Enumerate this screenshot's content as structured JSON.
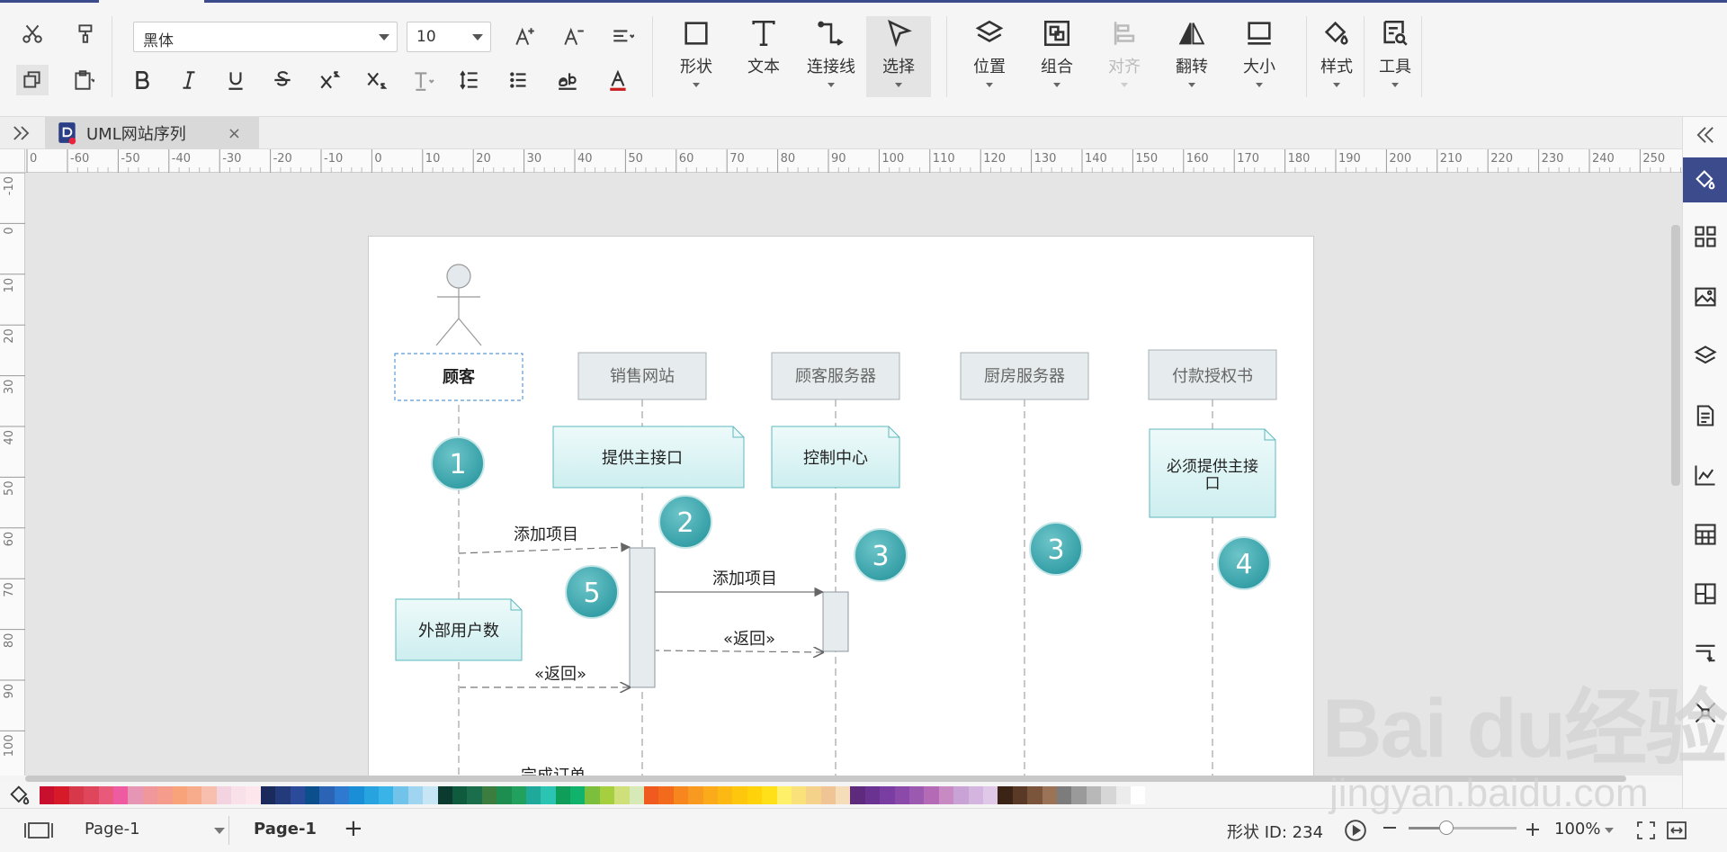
{
  "toolbar": {
    "font_family": "黑体",
    "font_size": "10",
    "buttons": {
      "shape": "形状",
      "text": "文本",
      "connector": "连接线",
      "select": "选择",
      "position": "位置",
      "group": "组合",
      "align": "对齐",
      "flip": "翻转",
      "size": "大小",
      "style": "样式",
      "tools": "工具"
    }
  },
  "tabs": [
    {
      "label": "UML网站序列",
      "close": "×"
    }
  ],
  "ruler": {
    "h_ticks": [
      "0",
      "-60",
      "-50",
      "-40",
      "-30",
      "-20",
      "-10",
      "0",
      "10",
      "20",
      "30",
      "40",
      "50",
      "60",
      "70",
      "80",
      "90",
      "100",
      "110",
      "120",
      "130",
      "140",
      "150",
      "160",
      "170",
      "180",
      "190",
      "200",
      "210",
      "220",
      "230",
      "240",
      "250"
    ],
    "v_ticks": [
      "-10",
      "0",
      "10",
      "20",
      "30",
      "40",
      "50",
      "60",
      "70",
      "80",
      "90",
      "100"
    ]
  },
  "diagram": {
    "actor": "顾客",
    "lifelines": [
      "销售网站",
      "顾客服务器",
      "厨房服务器",
      "付款授权书"
    ],
    "notes": [
      "提供主接口",
      "控制中心",
      "必须提供主接口",
      "外部用户数"
    ],
    "note_wrap": [
      "必须提供主接",
      "口"
    ],
    "numbers": [
      "1",
      "2",
      "3",
      "3",
      "4",
      "5"
    ],
    "messages": [
      "添加项目",
      "添加项目",
      "«返回»",
      "«返回»",
      "完成订单"
    ]
  },
  "colors": {
    "accent": "#3c4b8c",
    "teal_circle": "#3aa6ad",
    "note_fill": "#dff4f4",
    "note_border": "#5fb8bd",
    "lifeline_box": "#e6ebee",
    "palette": [
      "#c8102e",
      "#d71a2a",
      "#d8394a",
      "#e0465b",
      "#e8597a",
      "#ef5ba1",
      "#e695b5",
      "#f0979b",
      "#f69c8c",
      "#f8a37a",
      "#f7ad8b",
      "#f9bfae",
      "#f3d3df",
      "#f9e1ea",
      "#fde7ec",
      "#1b2a5c",
      "#233a7b",
      "#2b4a9a",
      "#0b4f8c",
      "#2b63b5",
      "#2f7ad1",
      "#1a8fd8",
      "#27a3e0",
      "#3ab4e8",
      "#72c3ea",
      "#9fd5f0",
      "#c6e6f6",
      "#0b3b2e",
      "#0f5b3e",
      "#1a6e4c",
      "#3a7d3f",
      "#1e8e50",
      "#21a05e",
      "#1fa99a",
      "#2bc3b1",
      "#0f9e5a",
      "#11b36c",
      "#7cbf3c",
      "#a6cf40",
      "#cfe07a",
      "#d8e9b8",
      "#f05a1f",
      "#f26b1c",
      "#f7861f",
      "#f99a20",
      "#fbab19",
      "#fdb913",
      "#fec70e",
      "#ffd209",
      "#ffe019",
      "#fff06a",
      "#fbe17a",
      "#f5d28a",
      "#f1c496",
      "#f6ddb9",
      "#5e2a7e",
      "#6b3391",
      "#7a3ea3",
      "#8b4aa9",
      "#9c59b0",
      "#b46ab5",
      "#c78ac3",
      "#c9a2d6",
      "#d3b5e0",
      "#e0c9e8",
      "#3b2416",
      "#5a3a26",
      "#7a543b",
      "#9b7457",
      "#7c7c7c",
      "#9a9a9a",
      "#b8b8b8",
      "#d6d6d6",
      "#ececec",
      "#ffffff"
    ]
  },
  "statusbar": {
    "page_select": "Page-1",
    "page_tab": "Page-1",
    "add": "+",
    "shape_id": "形状 ID: 234",
    "zoom": "100%",
    "zoom_fraction": 0.35
  },
  "watermark": {
    "brand": "Bai du经验",
    "url": "jingyan.baidu.com"
  }
}
